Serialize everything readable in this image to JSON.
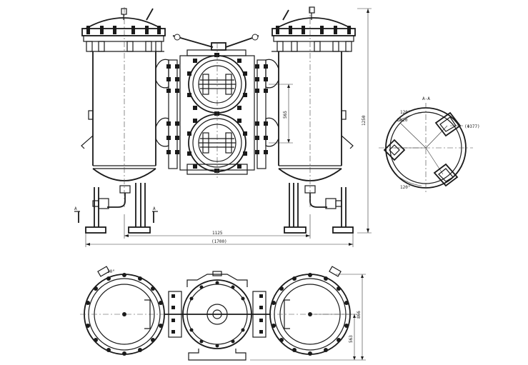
{
  "drawing": {
    "dimensions": {
      "overall_height": "1250",
      "inner_width": "1125",
      "total_width": "(1700)",
      "valve_spacing": "565",
      "plan_depth_outer": "866",
      "plan_depth_inner": "563"
    },
    "section": {
      "title": "A-A",
      "angle_top": "120°",
      "angle_bottom": "120°",
      "nozzle_top": "DN20",
      "nozzle_right": "(Φ377)"
    },
    "plan": {
      "angle_label": "30°"
    },
    "cut_markers": {
      "left": "A",
      "right": "A"
    }
  }
}
